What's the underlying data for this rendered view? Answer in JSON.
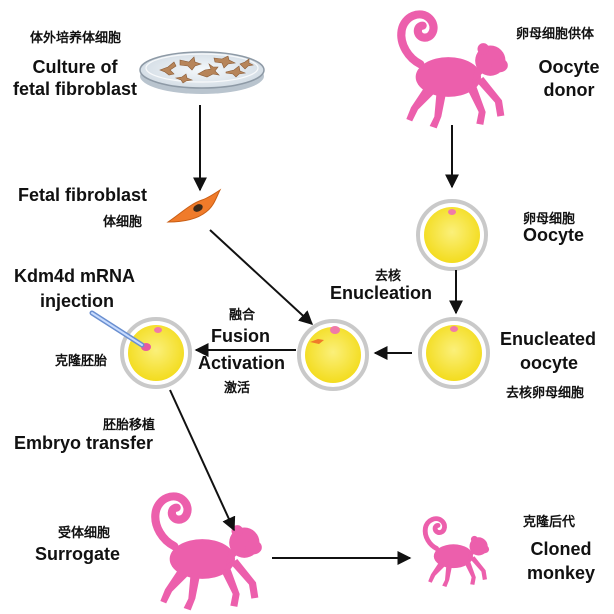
{
  "labels": {
    "culture_cn": "体外培养体细胞",
    "culture_en_1": "Culture of",
    "culture_en_2": "fetal fibroblast",
    "donor_cn": "卵母细胞供体",
    "donor_en_1": "Oocyte",
    "donor_en_2": "donor",
    "fetal_en": "Fetal fibroblast",
    "fetal_cn": "体细胞",
    "oocyte_cn": "卵母细胞",
    "oocyte_en": "Oocyte",
    "enucleation_cn": "去核",
    "enucleation_en": "Enucleation",
    "kdm4d_en_1": "Kdm4d  mRNA",
    "kdm4d_en_2": "injection",
    "fusion_cn": "融合",
    "fusion_en": "Fusion",
    "activation_en": "Activation",
    "activation_cn": "激活",
    "clone_embryo_cn": "克隆胚胎",
    "enucleated_en_1": "Enucleated",
    "enucleated_en_2": "oocyte",
    "enucleated_cn": "去核卵母细胞",
    "transfer_cn": "胚胎移植",
    "transfer_en": "Embryo transfer",
    "surrogate_cn": "受体细胞",
    "surrogate_en": "Surrogate",
    "cloned_cn": "克隆后代",
    "cloned_en_1": "Cloned",
    "cloned_en_2": "monkey"
  },
  "colors": {
    "monkey": "#ec5fac",
    "oocyte_yolk": "#f6e232",
    "oocyte_ring": "#c9c9c9",
    "fibroblast": "#f07b2a",
    "nucleus_pink": "#f07aa8",
    "arrow": "#111111"
  }
}
